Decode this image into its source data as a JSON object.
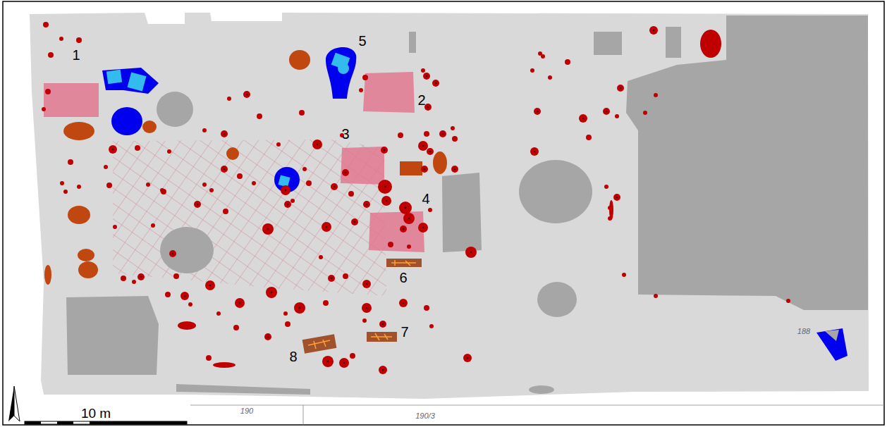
{
  "diagram": {
    "labels": [
      "1",
      "2",
      "3",
      "4",
      "5",
      "6",
      "7",
      "8",
      "10 m",
      "190",
      "190/3",
      "188"
    ]
  }
}
